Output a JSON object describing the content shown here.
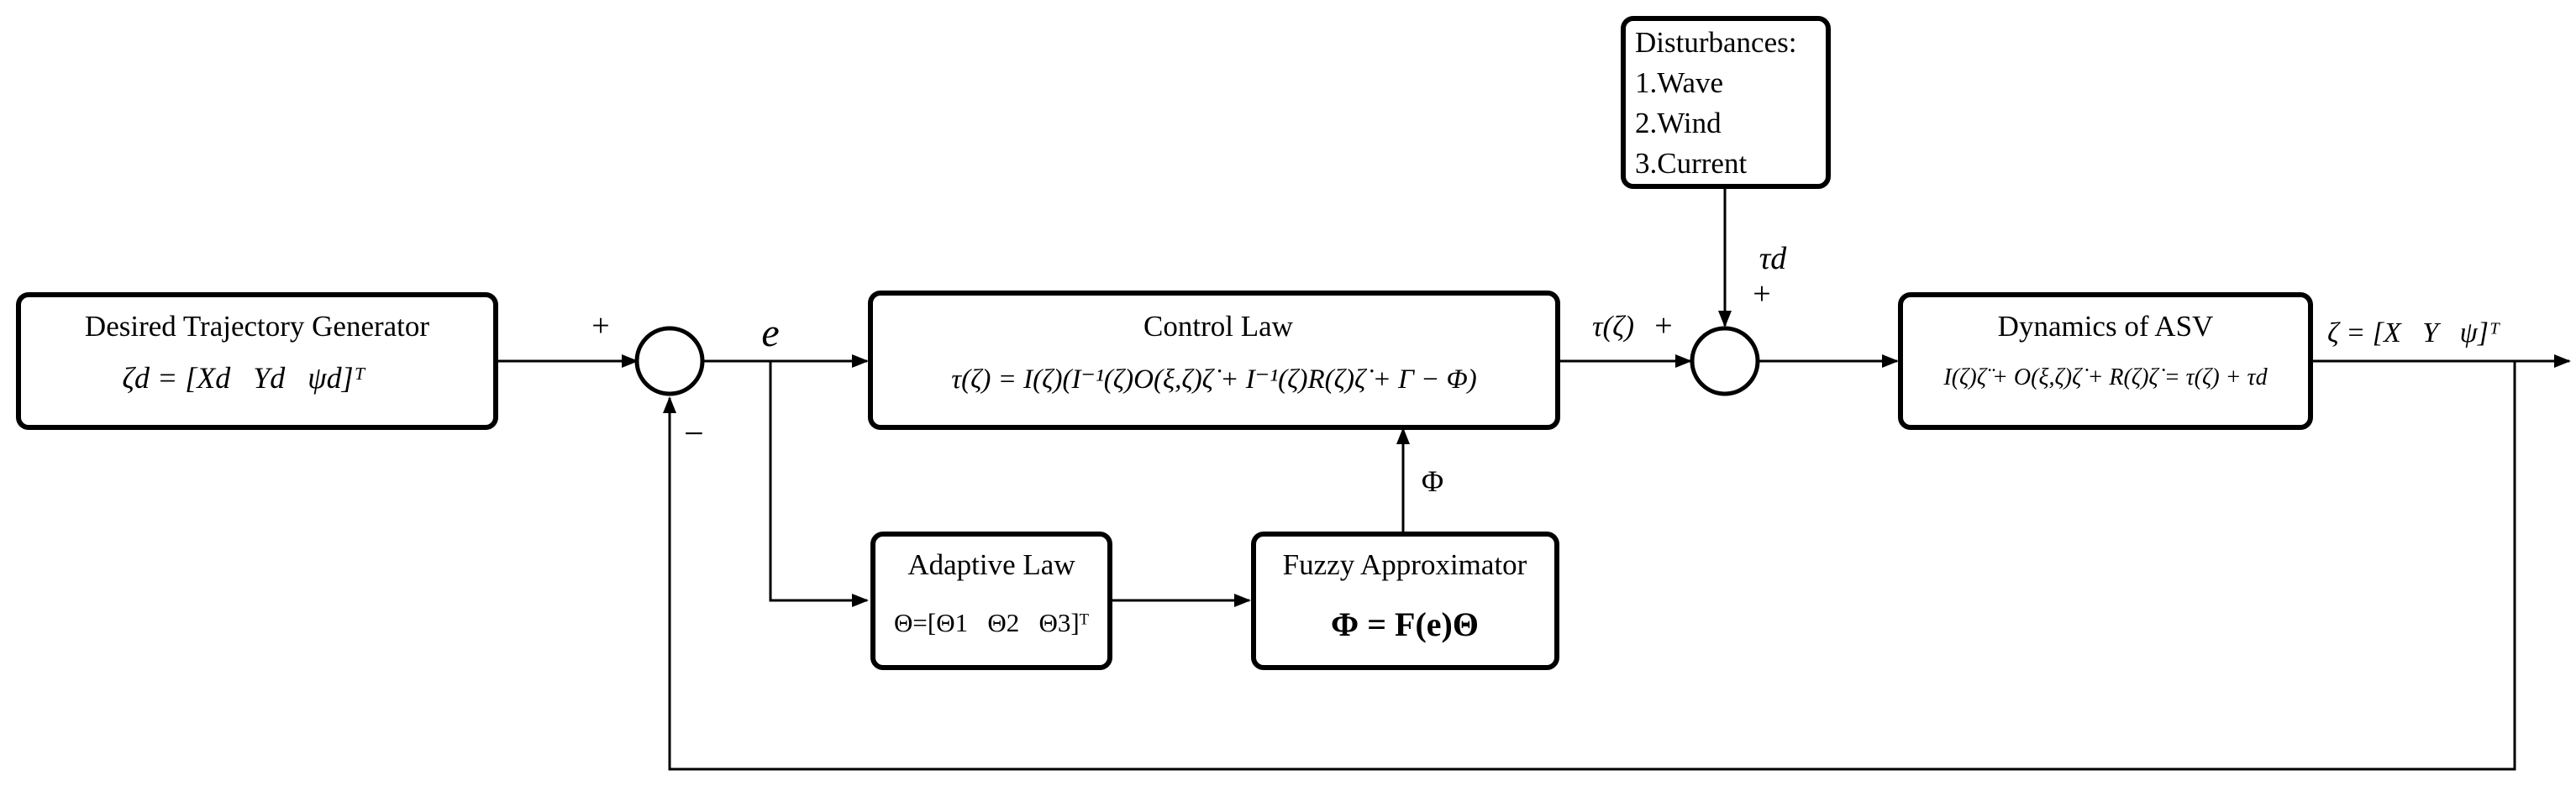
{
  "blocks": {
    "trajectory_generator": {
      "title": "Desired Trajectory Generator",
      "equation": "ζd = [Xd   Yd   ψd]ᵀ"
    },
    "control_law": {
      "title": "Control Law",
      "equation": "τ(ζ) = I(ζ)(I⁻¹(ζ)O(ξ,ζ)ζ̇ + I⁻¹(ζ)R(ζ)ζ̇ + Γ − Φ)"
    },
    "adaptive_law": {
      "title": "Adaptive Law",
      "equation": "Θ=[Θ1   Θ2   Θ3]ᵀ"
    },
    "fuzzy_approximator": {
      "title": "Fuzzy Approximator",
      "equation": "Φ = F(e)Θ"
    },
    "disturbances": {
      "title": "Disturbances:",
      "items": [
        "1.Wave",
        "2.Wind",
        "3.Current"
      ]
    },
    "dynamics": {
      "title": "Dynamics of ASV",
      "equation": "I(ζ)ζ̈ + O(ξ,ζ)ζ̇ + R(ζ)ζ̇ = τ(ζ) + τd"
    }
  },
  "signals": {
    "error": "e",
    "control_output": "τ(ζ)",
    "fuzzy_output": "Φ",
    "disturbance": "τd",
    "system_output": "ζ = [X   Y   ψ]ᵀ"
  },
  "signs": {
    "sum1_plus": "+",
    "sum1_minus": "−",
    "sum2_plus_left": "+",
    "sum2_plus_top": "+"
  }
}
